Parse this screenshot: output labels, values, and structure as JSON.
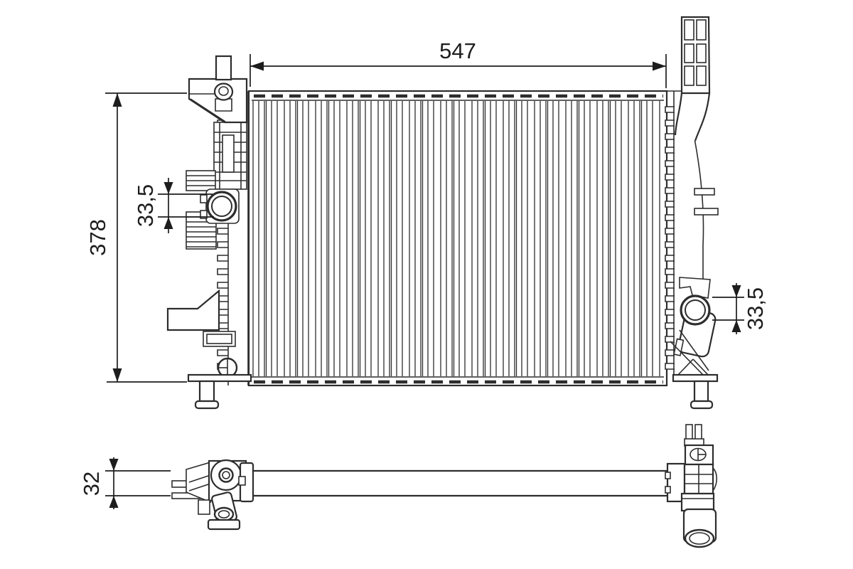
{
  "canvas": {
    "background": "#ffffff",
    "line_color": "#2d2d2d",
    "text_color": "#1d1d1d"
  },
  "drawing": {
    "subject": "radiator-engineering-drawing",
    "front_view": {
      "dim_width": "547",
      "dim_height": "378",
      "dim_inlet_offset": "33,5",
      "dim_outlet_offset": "33,5"
    },
    "side_view": {
      "dim_depth": "32"
    }
  }
}
